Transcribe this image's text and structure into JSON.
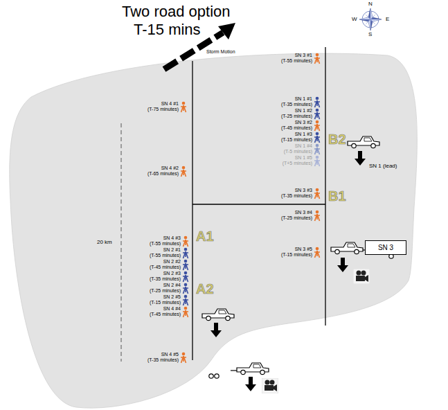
{
  "diagram": {
    "title": "Two road option",
    "nodes": [
      {
        "text": [
          "SN 3"
        ]
      },
      {
        "text": [
          "SN 4"
        ]
      }
    ],
    "labels": [
      "T-15 mins",
      "Storm Motion",
      "N",
      "W",
      "E",
      "S",
      "20 km",
      "SN 4 #1",
      "(T-75 minutes)",
      "SN 4 #2",
      "(T-65 minutes)",
      "SN 4 #3",
      "(T-55 minutes)",
      "SN 2 #1",
      "(T-55 minutes)",
      "SN 2 #2",
      "(T-45 minutes)",
      "SN 2 #3",
      "(T-35 minutes)",
      "SN 2 #4",
      "(T-25 minutes)",
      "SN 2 #5",
      "(T-15 minutes)",
      "SN 4 #4",
      "(T-45 minutes)",
      "SN 4 #5",
      "(T-35 minutes)",
      "SN 3 #1",
      "(T-55 minutes)",
      "SN 1 #1",
      "(T-35 minutes)",
      "SN 1 #2",
      "(T-25 minutes)",
      "SN 3 #2",
      "(T-45 minutes)",
      "SN 1 #3",
      "(T-15 minutes)",
      "SN 1 #4",
      "(T-5 minutes)",
      "SN 1 #5",
      "(T+5 minutes)",
      "SN 3 #3",
      "(T-35 minutes)",
      "SN 3 #4",
      "(T-25 minutes)",
      "SN 3 #5",
      "(T-15 minutes)",
      "A1",
      "A2",
      "B1",
      "B2",
      "SN 1 (lead)"
    ]
  }
}
